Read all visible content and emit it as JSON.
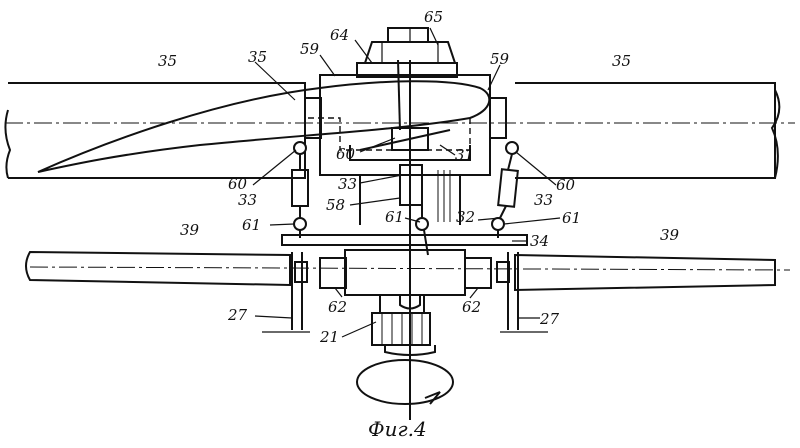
{
  "figure": {
    "caption": "Фиг.4",
    "labels": {
      "l35_left": "35",
      "l35_mid": "35",
      "l35_right": "35",
      "l64": "64",
      "l65": "65",
      "l59_left": "59",
      "l59_right": "59",
      "l60_left": "60",
      "l60_center": "60",
      "l60_right": "60",
      "l31": "31",
      "l33_left": "33",
      "l33_center": "33",
      "l33_right": "33",
      "l58": "58",
      "l61_left": "61",
      "l61_center": "61",
      "l61_right": "61",
      "l32": "32",
      "l34": "34",
      "l39_left": "39",
      "l39_right": "39",
      "l27_left": "27",
      "l27_right": "27",
      "l62_left": "62",
      "l62_right": "62",
      "l21": "21"
    }
  }
}
